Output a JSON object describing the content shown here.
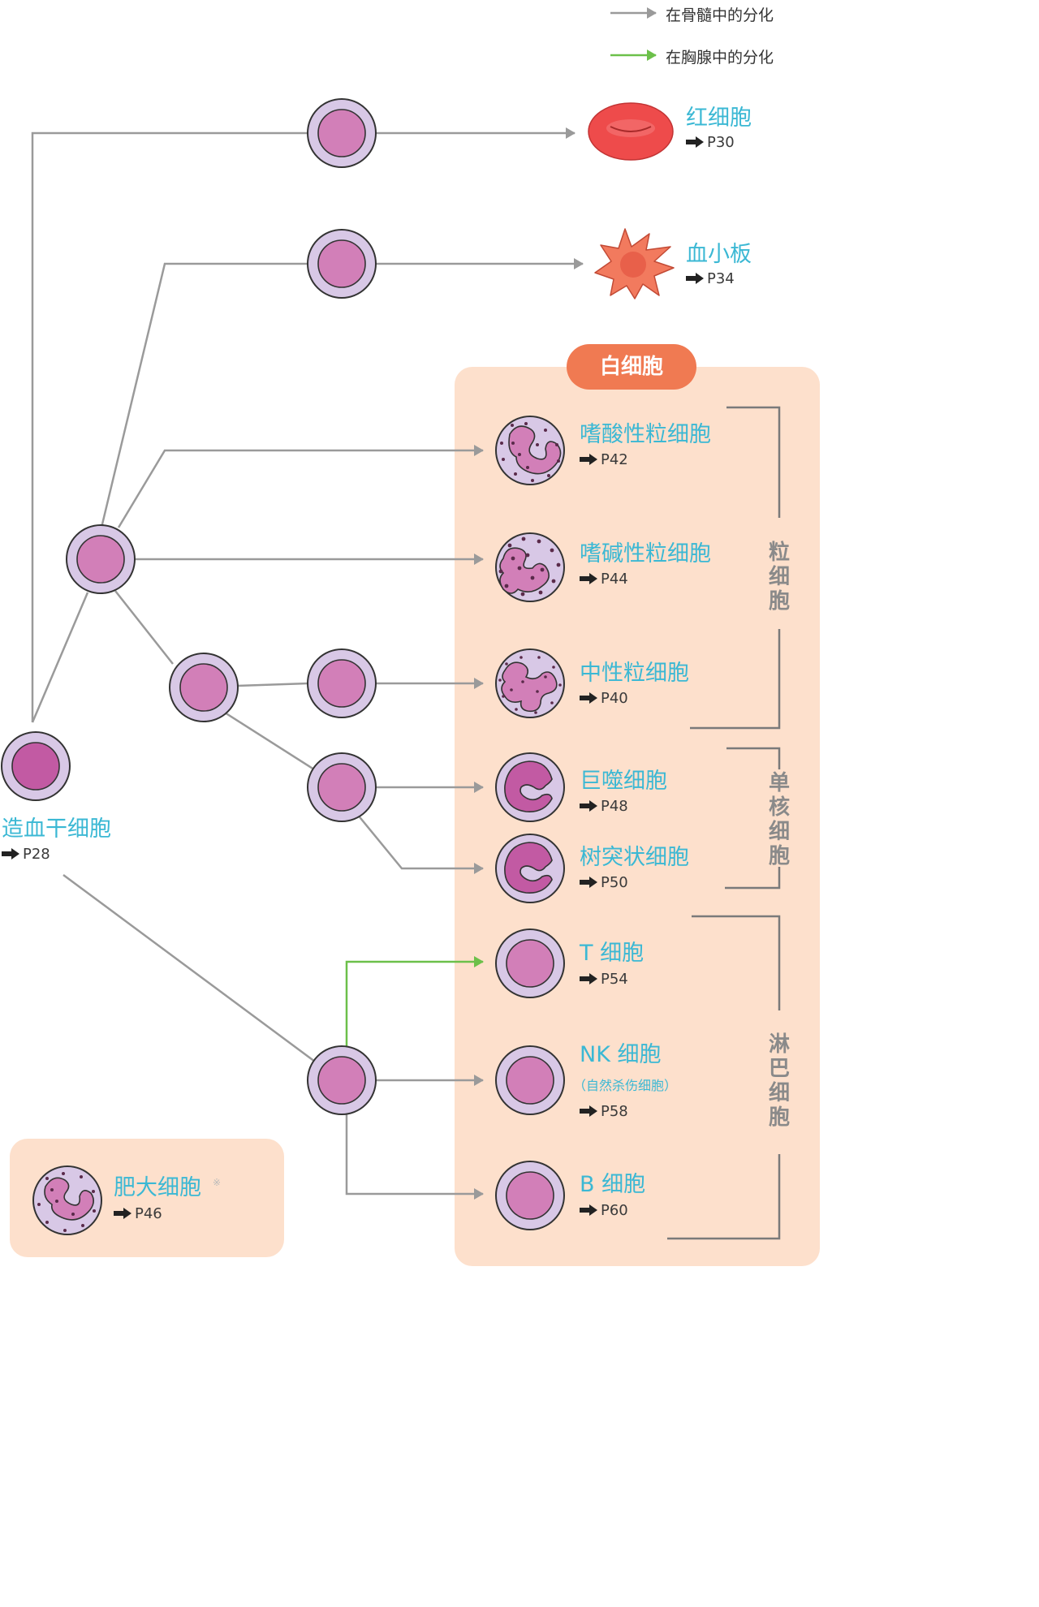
{
  "legend": {
    "bone_marrow": "在骨髓中的分化",
    "thymus": "在胸腺中的分化",
    "gray_color": "#9a9a9a",
    "green_color": "#6cc04a"
  },
  "stem_cell": {
    "name": "造血干细胞",
    "ref": "P28"
  },
  "red_cell": {
    "name": "红细胞",
    "ref": "P30"
  },
  "platelet": {
    "name": "血小板",
    "ref": "P34"
  },
  "white_cell": {
    "title": "白细胞",
    "eosinophil": {
      "name": "嗜酸性粒细胞",
      "ref": "P42"
    },
    "basophil": {
      "name": "嗜碱性粒细胞",
      "ref": "P44"
    },
    "neutrophil": {
      "name": "中性粒细胞",
      "ref": "P40"
    },
    "macrophage": {
      "name": "巨噬细胞",
      "ref": "P48"
    },
    "dendritic": {
      "name": "树突状细胞",
      "ref": "P50"
    },
    "t_cell": {
      "name": "T 细胞",
      "ref": "P54"
    },
    "nk_cell": {
      "name": "NK 细胞",
      "sub": "（自然杀伤细胞）",
      "ref": "P58"
    },
    "b_cell": {
      "name": "B 细胞",
      "ref": "P60"
    }
  },
  "groups": {
    "granulocyte": "粒细胞",
    "monocyte": "单核细胞",
    "lymphocyte": "淋巴细胞"
  },
  "mast_cell": {
    "name": "肥大细胞",
    "note": "※",
    "ref": "P46"
  },
  "colors": {
    "cyan_label": "#3bb8d4",
    "orange_badge": "#f07a52",
    "panel_bg": "#fde0cc",
    "cell_outer": "#d8c8e6",
    "cell_inner": "#d27fb8"
  }
}
